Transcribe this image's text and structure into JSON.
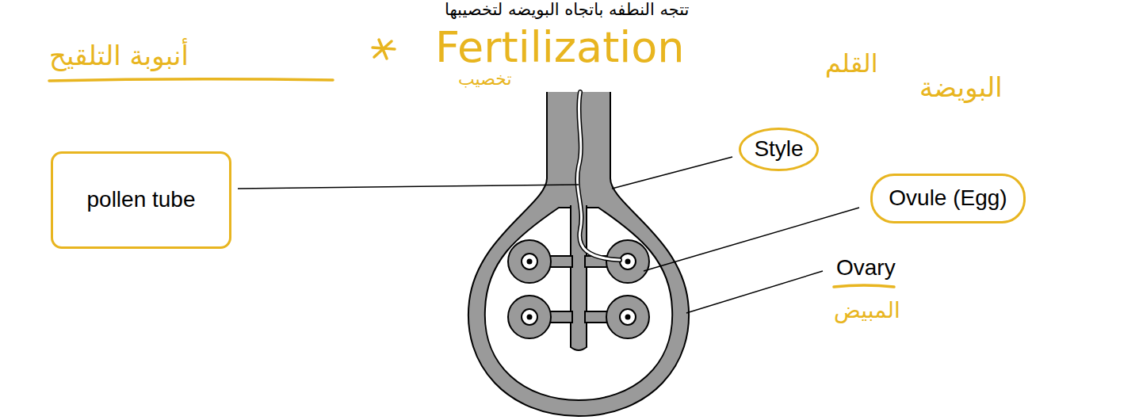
{
  "diagram": {
    "nodes": [
      {
        "text": [
          "pollen tube"
        ]
      },
      {
        "text": [
          "Style"
        ]
      },
      {
        "text": [
          "Ovule (Egg)"
        ]
      }
    ],
    "labels": [
      "تتجه النطفه باتجاه البويضه لتخصيبها",
      "أنبوبة التلقيح",
      "Fertilization",
      "تخصيب",
      "القلم",
      "البويضة",
      "Ovary",
      "المبيض"
    ]
  }
}
